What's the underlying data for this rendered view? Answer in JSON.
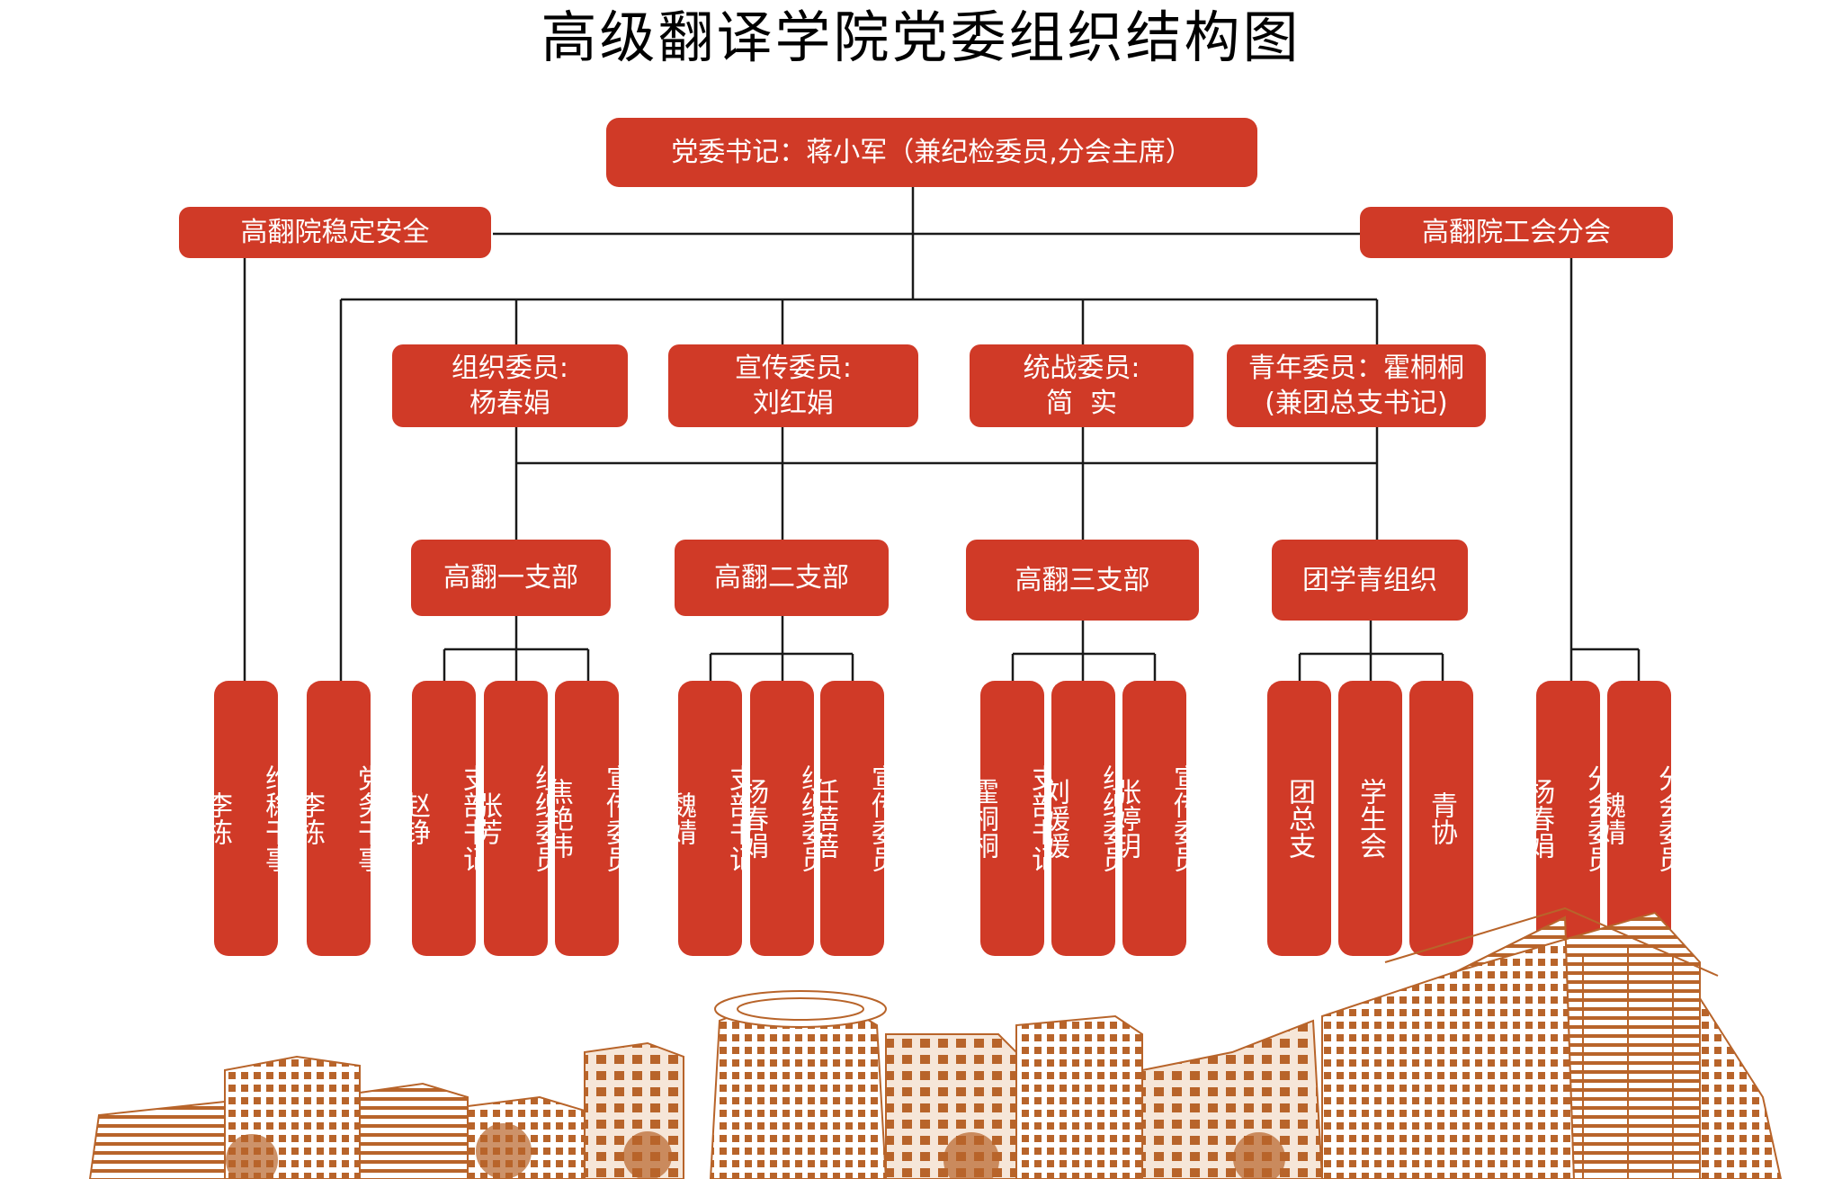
{
  "title": "高级翻译学院党委组织结构图",
  "colors": {
    "box": "#d03a27",
    "line": "#1a1a1a",
    "building": "#b8642a"
  },
  "secretary": "党委书记：蒋小军（兼纪检委员,分会主席）",
  "stability": "高翻院稳定安全",
  "union": "高翻院工会分会",
  "committee": {
    "organization": "组织委员:\n杨春娟",
    "publicity": "宣传委员:\n刘红娟",
    "united_front": "统战委员:\n简  实",
    "youth": "青年委员：霍桐桐\n(兼团总支书记)"
  },
  "branches": {
    "branch1": "高翻一支部",
    "branch2": "高翻二支部",
    "branch3": "高翻三支部",
    "youth_org": "团学青组织"
  },
  "staff": {
    "stability_officer": "维稳干事\n\n李栋",
    "party_affairs": "党务干事\n\n李栋",
    "b1_secretary": "支部书记\n\n赵铮",
    "b1_organization": "组织委员\n\n张芳",
    "b1_publicity": "宣传委员\n\n焦艳伟",
    "b2_secretary": "支部书记\n\n魏婧",
    "b2_organization": "组织委员\n\n杨春娟",
    "b2_publicity": "宣传委员\n\n任蓓蓓",
    "b3_secretary": "支部书记\n\n霍桐桐",
    "b3_organization": "组织委员\n\n刘媛媛",
    "b3_publicity": "宣传委员\n\n张婷玥",
    "league_branch": "团总支",
    "student_union": "学生会",
    "youth_association": "青协",
    "union_member1": "分会委员\n\n杨春娟",
    "union_member2": "分会委员\n\n魏婧"
  }
}
